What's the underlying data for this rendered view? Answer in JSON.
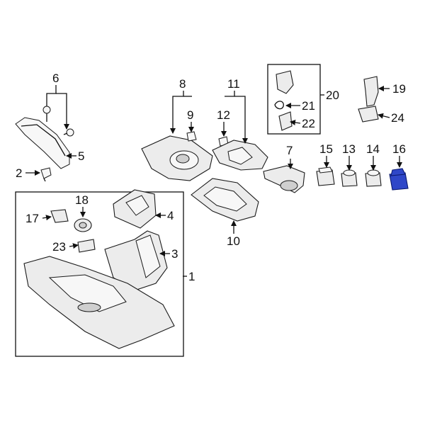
{
  "diagram": {
    "highlight_color": "#2f47c8",
    "callouts": {
      "c1": "1",
      "c2": "2",
      "c3": "3",
      "c4": "4",
      "c5": "5",
      "c6": "6",
      "c7": "7",
      "c8": "8",
      "c9": "9",
      "c10": "10",
      "c11": "11",
      "c12": "12",
      "c13": "13",
      "c14": "14",
      "c15": "15",
      "c16": "16",
      "c17": "17",
      "c18": "18",
      "c19": "19",
      "c20": "20",
      "c21": "21",
      "c22": "22",
      "c23": "23",
      "c24": "24"
    }
  }
}
